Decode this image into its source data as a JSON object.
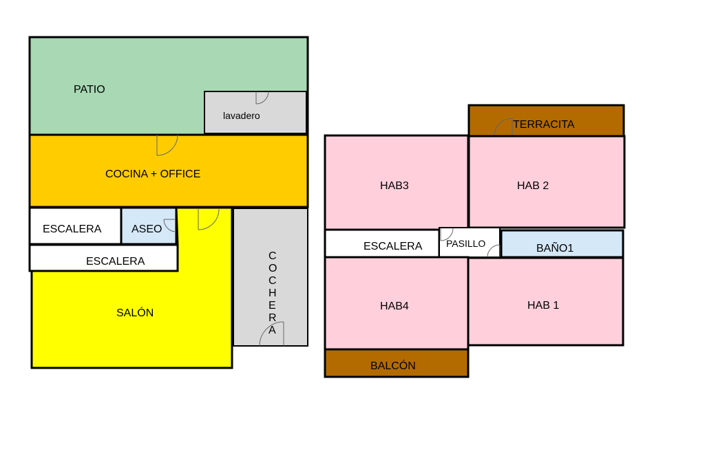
{
  "colors": {
    "patio": "#a8d8b4",
    "kitchen": "#ffcc00",
    "salon": "#ffff00",
    "grey": "#d9d9d9",
    "aseo": "#d4e8f8",
    "bedroom": "#ffd0dc",
    "brown": "#b36b00",
    "white": "#ffffff"
  },
  "ground_floor": {
    "patio": "PATIO",
    "lavadero": "lavadero",
    "cocina": "COCINA + OFFICE",
    "escalera_top": "ESCALERA",
    "aseo": "ASEO",
    "escalera_bottom": "ESCALERA",
    "salon": "SALÓN",
    "cochera_letters": [
      "C",
      "O",
      "C",
      "H",
      "E",
      "R",
      "A"
    ]
  },
  "upper_floor": {
    "terracita": "TERRACITA",
    "hab3": "HAB3",
    "hab2": "HAB 2",
    "escalera": "ESCALERA",
    "pasillo": "PASILLO",
    "bano1": "BAÑO1",
    "hab4": "HAB4",
    "hab1": "HAB 1",
    "balcon": "BALCÓN"
  }
}
